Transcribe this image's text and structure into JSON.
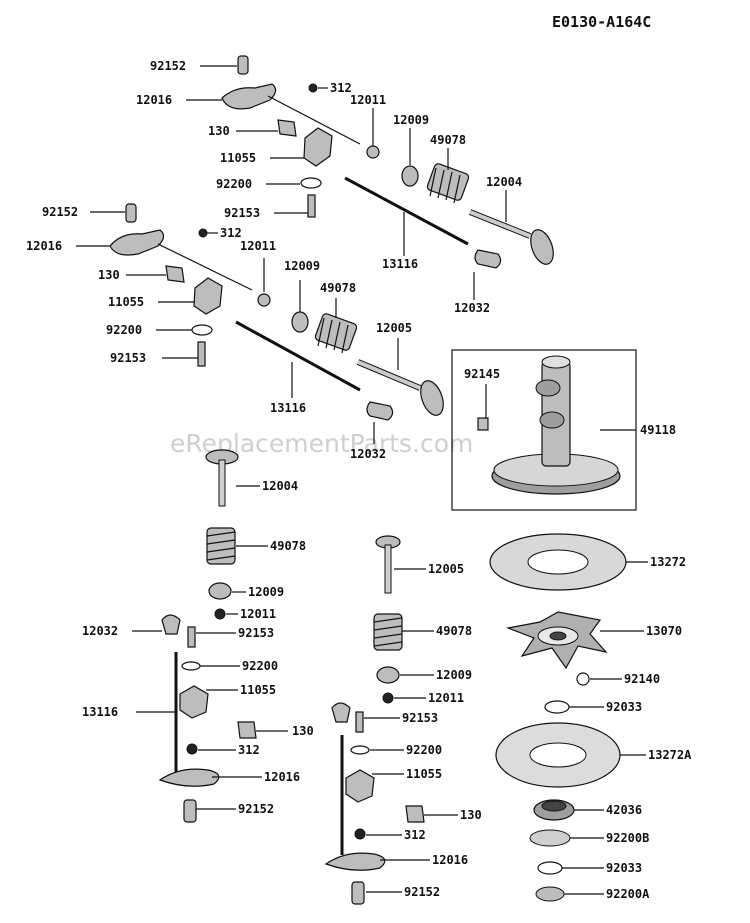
{
  "diagram_code": "E0130-A164C",
  "watermark": "eReplacementParts.com",
  "labels": {
    "l92152a": "92152",
    "l12016a": "12016",
    "l312a": "312",
    "l12011a": "12011",
    "l130a": "130",
    "l12009a": "12009",
    "l49078a": "49078",
    "l11055a": "11055",
    "l12004a": "12004",
    "l92200a": "92200",
    "l92153a": "92153",
    "l13116a": "13116",
    "l12032a": "12032",
    "l92152b": "92152",
    "l12016b": "12016",
    "l312b": "312",
    "l12011b": "12011",
    "l130b": "130",
    "l12009b": "12009",
    "l49078b": "49078",
    "l11055b": "11055",
    "l12005b": "12005",
    "l92200b": "92200",
    "l92153b": "92153",
    "l13116b": "13116",
    "l12032b": "12032",
    "l92145": "92145",
    "l49118": "49118",
    "l12004c": "12004",
    "l49078c": "49078",
    "l12009c": "12009",
    "l12011c": "12011",
    "l12032c": "12032",
    "l92153c": "92153",
    "l92200c": "92200",
    "l11055c": "11055",
    "l13116c": "13116",
    "l130c": "130",
    "l312c": "312",
    "l12016c": "12016",
    "l92152c": "92152",
    "l12005d": "12005",
    "l49078d": "49078",
    "l12009d": "12009",
    "l12011d": "12011",
    "l92153d": "92153",
    "l92200d": "92200",
    "l11055d": "11055",
    "l130d": "130",
    "l312d": "312",
    "l12016d": "12016",
    "l92152d": "92152",
    "l13272": "13272",
    "l13070": "13070",
    "l92140": "92140",
    "l92033a": "92033",
    "l13272A": "13272A",
    "l42036": "42036",
    "l92200B": "92200B",
    "l92033b": "92033",
    "l92200A": "92200A"
  }
}
